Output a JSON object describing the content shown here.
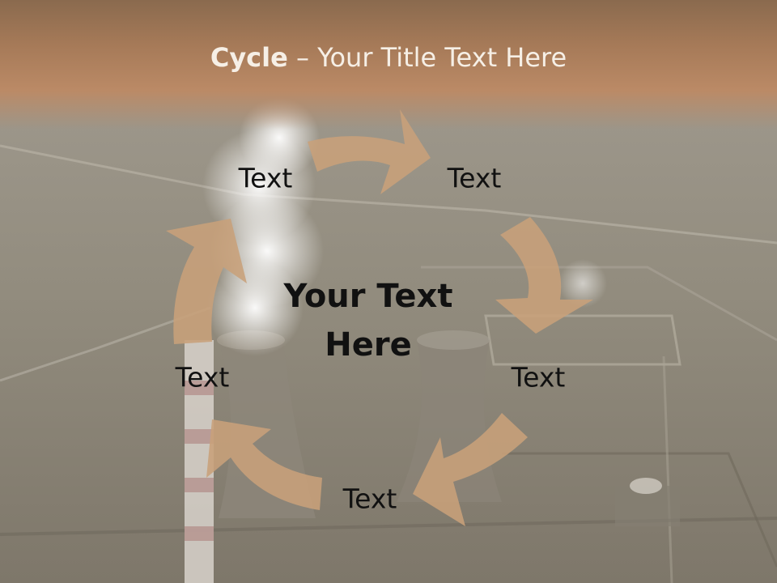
{
  "slide": {
    "title_bold": "Cycle",
    "title_rest": " – Your Title Text Here",
    "center_line1": "Your Text",
    "center_line2": "Here",
    "nodes": [
      "Text",
      "Text",
      "Text",
      "Text",
      "Text"
    ]
  },
  "colors": {
    "title_band": "#a67a58",
    "arrow_fill": "#c8a07a",
    "title_text": "#f6efe6",
    "label_text": "#111111"
  }
}
